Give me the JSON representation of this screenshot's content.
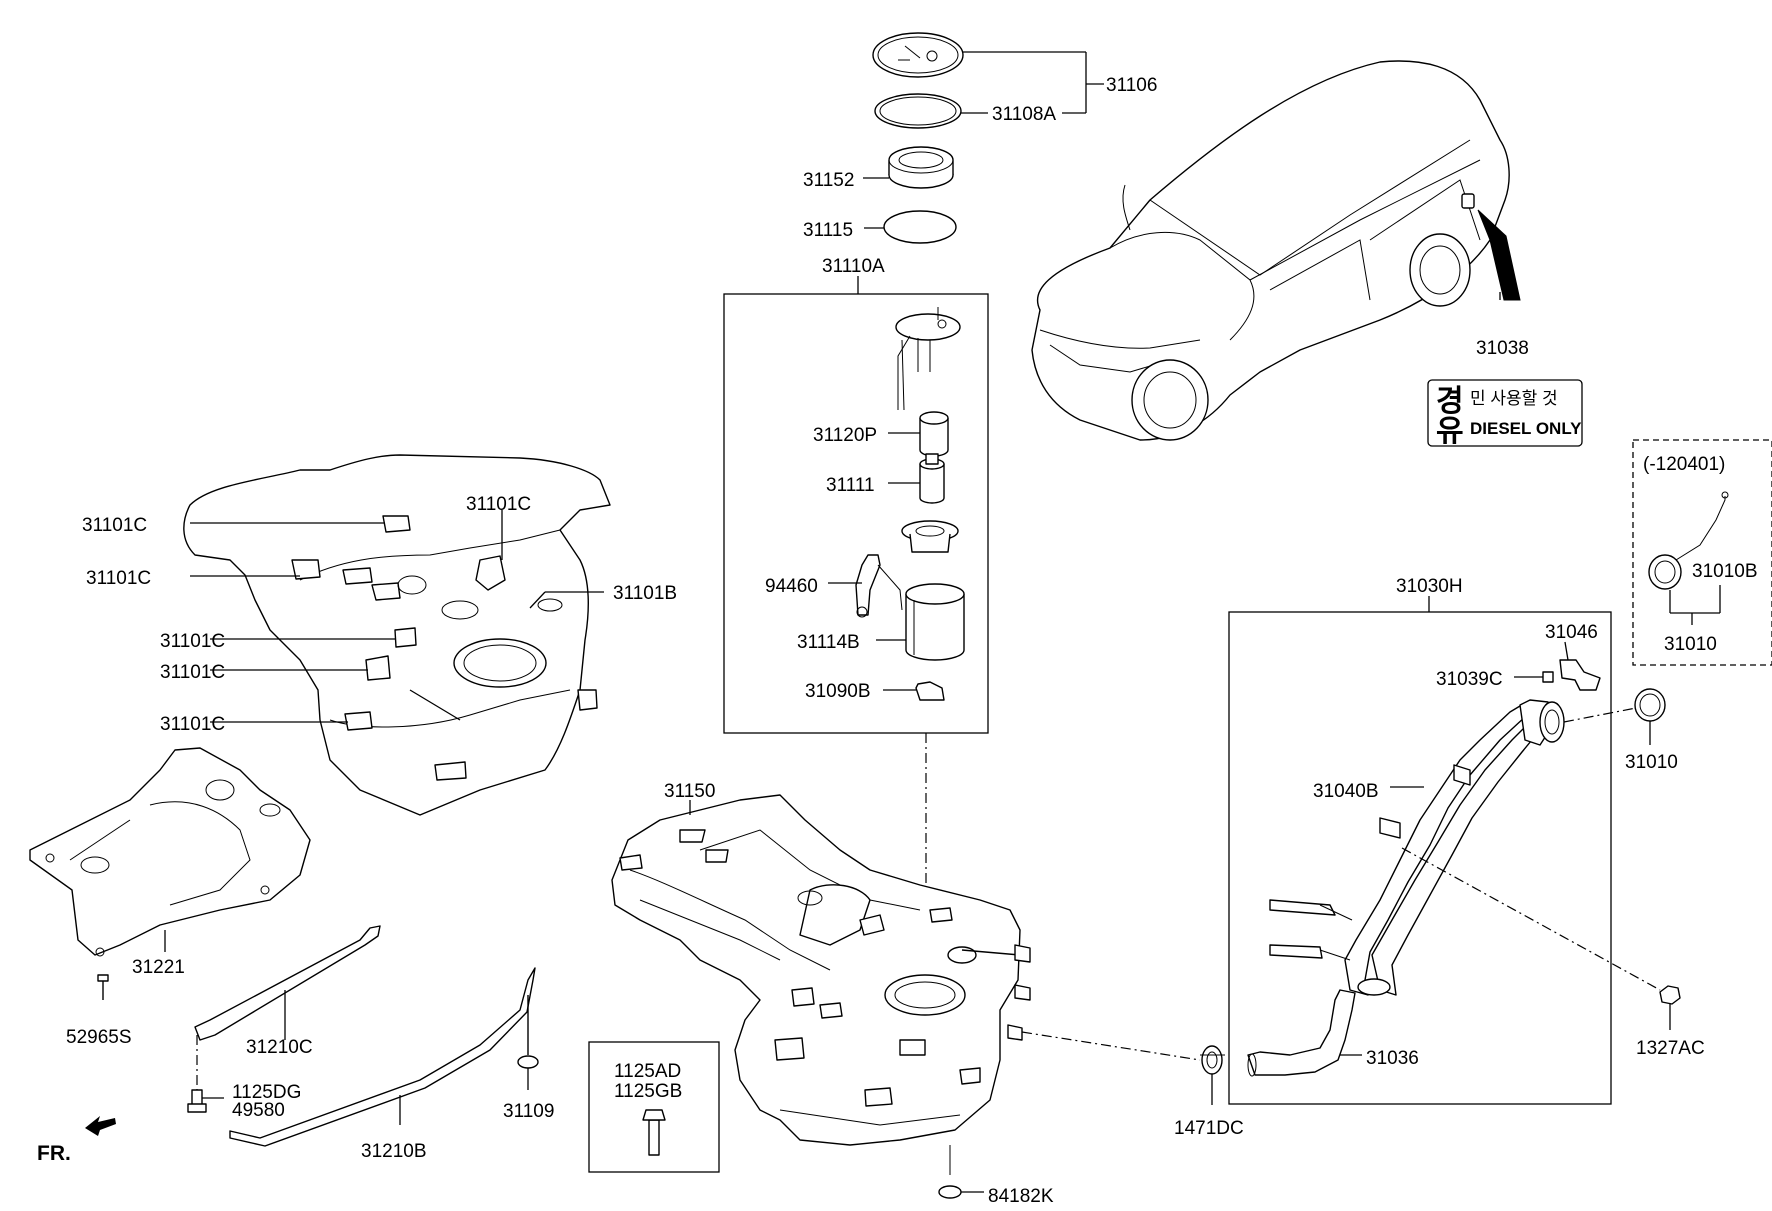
{
  "labels": {
    "p31106": "31106",
    "p31108A": "31108A",
    "p31152": "31152",
    "p31115": "31115",
    "p31110A": "31110A",
    "p31120P": "31120P",
    "p31111": "31111",
    "p94460": "94460",
    "p31114B": "31114B",
    "p31090B": "31090B",
    "p31038": "31038",
    "p31101C": "31101C",
    "p31101B": "31101B",
    "p31150": "31150",
    "p31221": "31221",
    "p52965S": "52965S",
    "p31210C": "31210C",
    "p1125DG": "1125DG",
    "p49580": "49580",
    "p31109": "31109",
    "p31210B": "31210B",
    "p1125AD": "1125AD",
    "p1125GB": "1125GB",
    "p84182K": "84182K",
    "p1471DC": "1471DC",
    "p31030H": "31030H",
    "p31046": "31046",
    "p31039C": "31039C",
    "p31040B": "31040B",
    "p31036": "31036",
    "p31010": "31010",
    "p31010B": "31010B",
    "p1327AC": "1327AC",
    "variant_date": "(-120401)",
    "direction": "FR."
  },
  "decal": {
    "korean_line1": "민 사용할 것",
    "english_line": "DIESEL ONLY",
    "big_char_top": "경",
    "big_char_bottom": "유"
  }
}
